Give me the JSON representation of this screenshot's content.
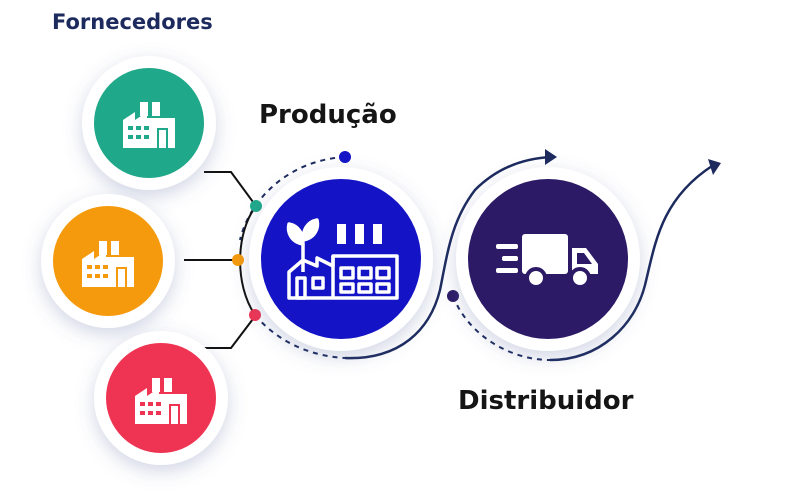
{
  "labels": {
    "suppliers": "Fornecedores",
    "production": "Produção",
    "distributor": "Distribuidor"
  },
  "colors": {
    "supplier_teal": "#1fa889",
    "supplier_orange": "#f59a0c",
    "supplier_red": "#ef3453",
    "production_blue": "#1414c6",
    "distributor_purple": "#2c1a66",
    "flow_line": "#1c2a5e",
    "connector": "#111111"
  },
  "icons": {
    "supplier": "factory-icon",
    "production": "eco-factory-icon",
    "distributor": "delivery-truck-icon"
  }
}
